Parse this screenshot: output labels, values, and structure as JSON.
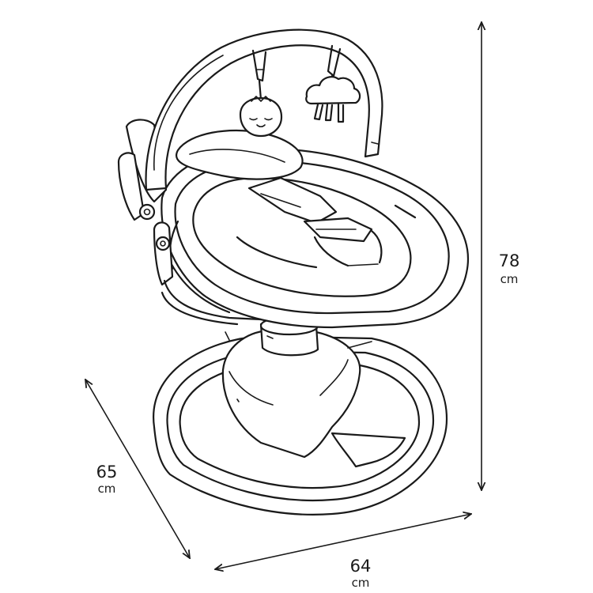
{
  "dimensions": {
    "height": {
      "value": "78",
      "unit": "cm"
    },
    "depth": {
      "value": "65",
      "unit": "cm"
    },
    "width": {
      "value": "64",
      "unit": "cm"
    }
  },
  "colors": {
    "line": "#1a1a1a",
    "background": "#ffffff"
  }
}
